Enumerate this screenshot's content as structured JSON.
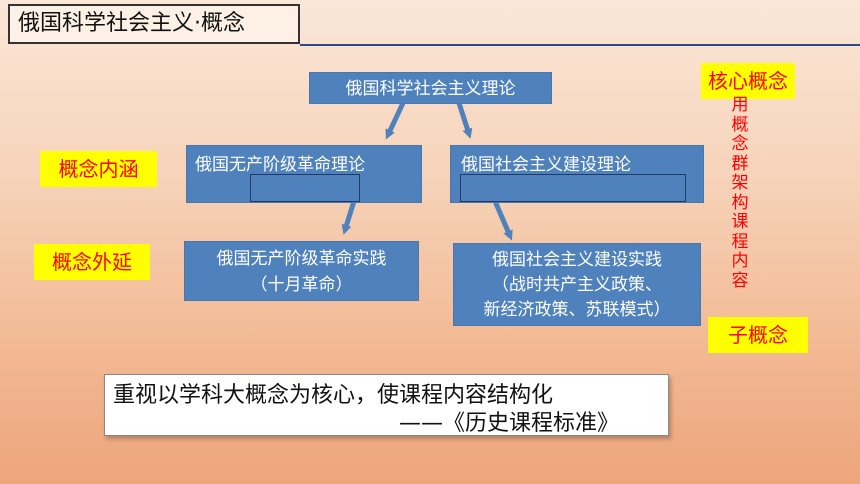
{
  "title": "俄国科学社会主义·概念",
  "core_concept_tag": "核心概念",
  "connotation_tag": "概念内涵",
  "extension_tag": "概念外延",
  "sub_concept_tag": "子概念",
  "vertical_note": "用概念群架构课程内容",
  "diagram": {
    "top_node": "俄国科学社会主义理论",
    "left_theory": "俄国无产阶级革命理论",
    "right_theory": "俄国社会主义建设理论",
    "left_practice": {
      "line1": "俄国无产阶级革命实践",
      "line2": "（十月革命）"
    },
    "right_practice": {
      "line1": "俄国社会主义建设实践",
      "line2": "（战时共产主义政策、",
      "line3": "新经济政策、苏联模式）"
    }
  },
  "quote": {
    "line1": "重视以学科大概念为核心，使课程内容结构化",
    "line2": "——《历史课程标准》"
  },
  "colors": {
    "node_fill": "#4f81bd",
    "tag_fill": "#ffff00",
    "tag_text": "#ff0000",
    "arrow": "#4f81bd"
  }
}
